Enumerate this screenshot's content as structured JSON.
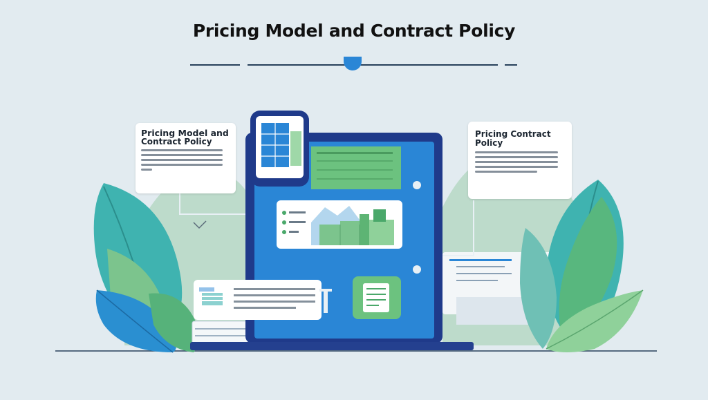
{
  "header": {
    "title": "Pricing Model and Contract Policy"
  },
  "left_card": {
    "title_line1": "Pricing Model and",
    "title_line2": "Contract Policy"
  },
  "right_card": {
    "title_line1": "Pricing Contract",
    "title_line2": "Policy"
  },
  "colors": {
    "background": "#e2ebf0",
    "tablet_frame": "#1f3a8a",
    "tablet_screen": "#2a86d6",
    "accent_green": "#6cc27f",
    "leaf_teal": "#3fb3b0",
    "leaf_blue": "#2a8fd1"
  },
  "icons": {
    "left_card_arrow": "arrow-icon",
    "chart_thumbnail": "bar-chart-icon",
    "document_thumbnail": "document-icon",
    "check_bullets": "check-bullet-icon"
  }
}
